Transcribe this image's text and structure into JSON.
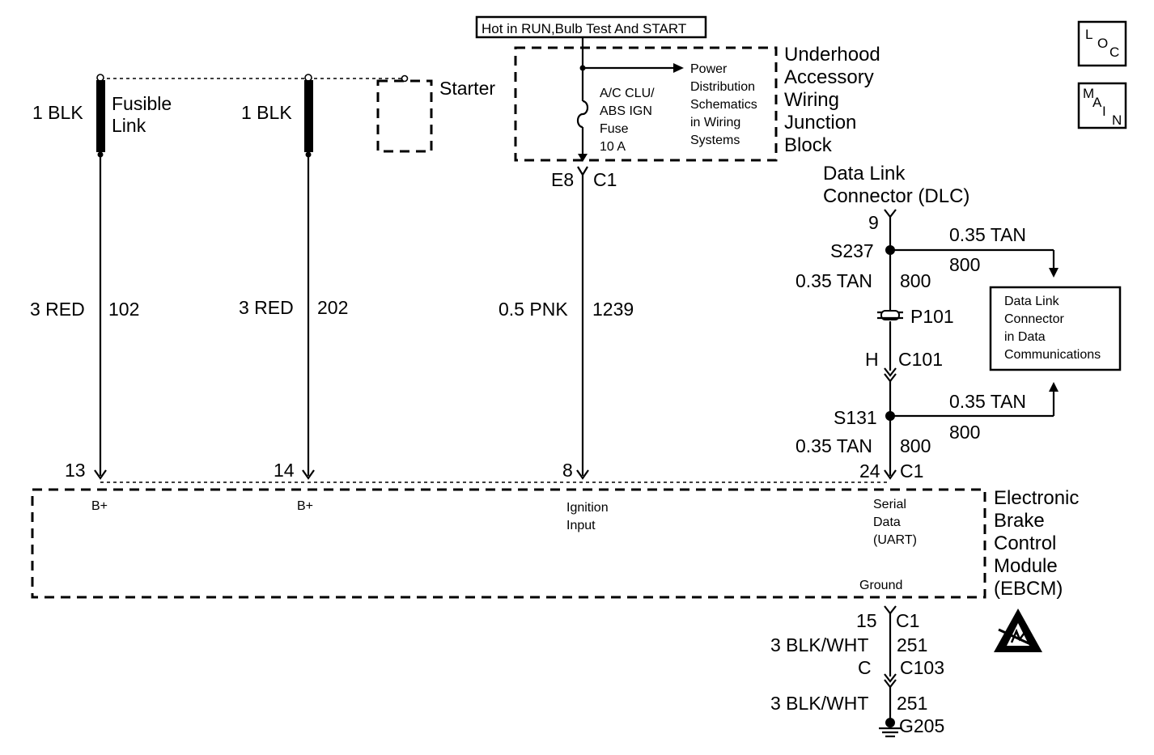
{
  "header": {
    "hot_label": "Hot in RUN,Bulb Test And START"
  },
  "nav": {
    "loc_label": "LOC",
    "main_label": "MAIN"
  },
  "underhood_block": {
    "lines": [
      "Underhood",
      "Accessory",
      "Wiring",
      "Junction",
      "Block"
    ],
    "fuse_lines": [
      "A/C CLU/",
      "ABS IGN",
      "Fuse",
      "10 A"
    ],
    "power_ref_lines": [
      "Power",
      "Distribution",
      "Schematics",
      "in Wiring",
      "Systems"
    ],
    "connector_left": "E8",
    "connector_right": "C1"
  },
  "starter": {
    "label": "Starter"
  },
  "fusible_links": [
    {
      "wire_label": "1 BLK",
      "name_lines": [
        "Fusible",
        "Link"
      ],
      "wire_color": "3 RED",
      "circuit": "102",
      "pin": "13",
      "pin_label": "B+"
    },
    {
      "wire_label": "1 BLK",
      "name_lines": [],
      "wire_color": "3 RED",
      "circuit": "202",
      "pin": "14",
      "pin_label": "B+"
    }
  ],
  "ignition": {
    "wire_color": "0.5 PNK",
    "circuit": "1239",
    "pin": "8",
    "pin_label_lines": [
      "Ignition",
      "Input"
    ]
  },
  "dlc": {
    "name_lines": [
      "Data Link",
      "Connector (DLC)"
    ],
    "pin": "9",
    "splice_top": "S237",
    "splice_bottom": "S131",
    "wire_color": "0.35 TAN",
    "circuit": "800",
    "branch_top_color": "0.35 TAN",
    "branch_top_circuit": "800",
    "branch_bottom_color": "0.35 TAN",
    "branch_bottom_circuit": "800",
    "pass_through": "P101",
    "inline_pin": "H",
    "inline_connector": "C101",
    "lower_color": "0.35 TAN",
    "lower_circuit": "800",
    "ebcm_pin": "24",
    "ebcm_connector": "C1",
    "pin_label_lines": [
      "Serial",
      "Data",
      "(UART)"
    ],
    "ref_box_lines": [
      "Data Link",
      "Connector",
      "in Data",
      "Communications"
    ]
  },
  "ebcm": {
    "name_lines": [
      "Electronic",
      "Brake",
      "Control",
      "Module",
      "(EBCM)"
    ],
    "ground_label": "Ground"
  },
  "ground_path": {
    "pin": "15",
    "connector": "C1",
    "wire_color_1": "3 BLK/WHT",
    "circuit_1": "251",
    "inline_pin": "C",
    "inline_connector": "C103",
    "wire_color_2": "3 BLK/WHT",
    "circuit_2": "251",
    "ground": "G205"
  }
}
